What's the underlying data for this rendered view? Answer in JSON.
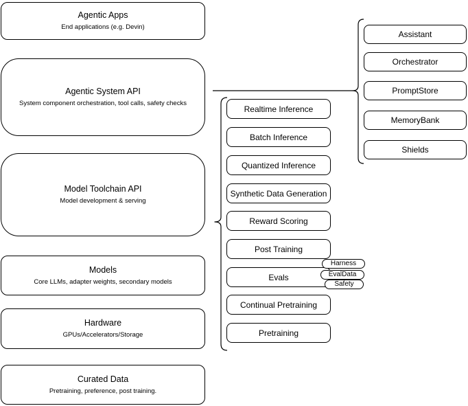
{
  "colors": {
    "border": "#000000",
    "background": "#ffffff",
    "text": "#000000"
  },
  "left_column": [
    {
      "title": "Agentic Apps",
      "subtitle": "End applications (e.g. Devin)"
    },
    {
      "title": "Agentic System API",
      "subtitle": "System component orchestration, tool calls, safety checks"
    },
    {
      "title": "Model Toolchain API",
      "subtitle": "Model development & serving"
    },
    {
      "title": "Models",
      "subtitle": "Core LLMs, adapter weights, secondary models"
    },
    {
      "title": "Hardware",
      "subtitle": "GPUs/Accelerators/Storage"
    },
    {
      "title": "Curated Data",
      "subtitle": "Pretraining, preference, post training."
    }
  ],
  "middle_column": [
    "Realtime Inference",
    "Batch Inference",
    "Quantized Inference",
    "Synthetic Data Generation",
    "Reward Scoring",
    "Post Training",
    "Evals",
    "Continual Pretraining",
    "Pretraining"
  ],
  "eval_tags": [
    "Harness",
    "EvalData",
    "Safety"
  ],
  "right_column": [
    "Assistant",
    "Orchestrator",
    "PromptStore",
    "MemoryBank",
    "Shields"
  ]
}
